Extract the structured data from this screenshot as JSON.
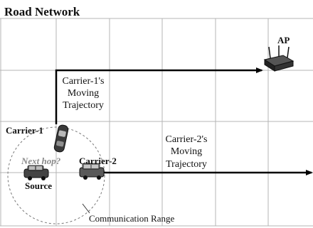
{
  "title": "Road Network",
  "labels": {
    "ap": "AP",
    "carrier1": "Carrier-1",
    "carrier2": "Carrier-2",
    "next_hop": "Next hop?",
    "source": "Source",
    "comm_range": "Communication Range"
  },
  "trajectories": {
    "carrier1": [
      "Carrier-1's",
      "Moving",
      "Trajectory"
    ],
    "carrier2": [
      "Carrier-2's",
      "Moving",
      "Trajectory"
    ]
  },
  "colors": {
    "grid": "#b4b4b4",
    "arrow": "#000000",
    "hint": "#8a8a8a",
    "range": "#777777"
  }
}
